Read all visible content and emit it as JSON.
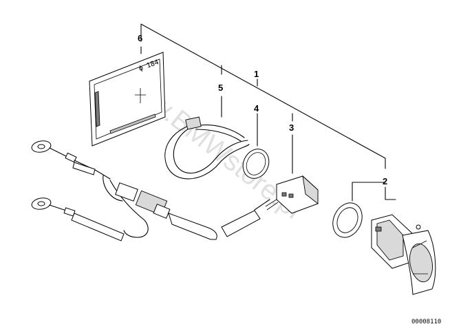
{
  "callouts": {
    "c1": "1",
    "c2": "2",
    "c3": "3",
    "c4": "4",
    "c5": "5",
    "c6": "6"
  },
  "label_text": "ϕ 184",
  "watermark": "www.BMWstore.pl",
  "reference_number": "00008110"
}
